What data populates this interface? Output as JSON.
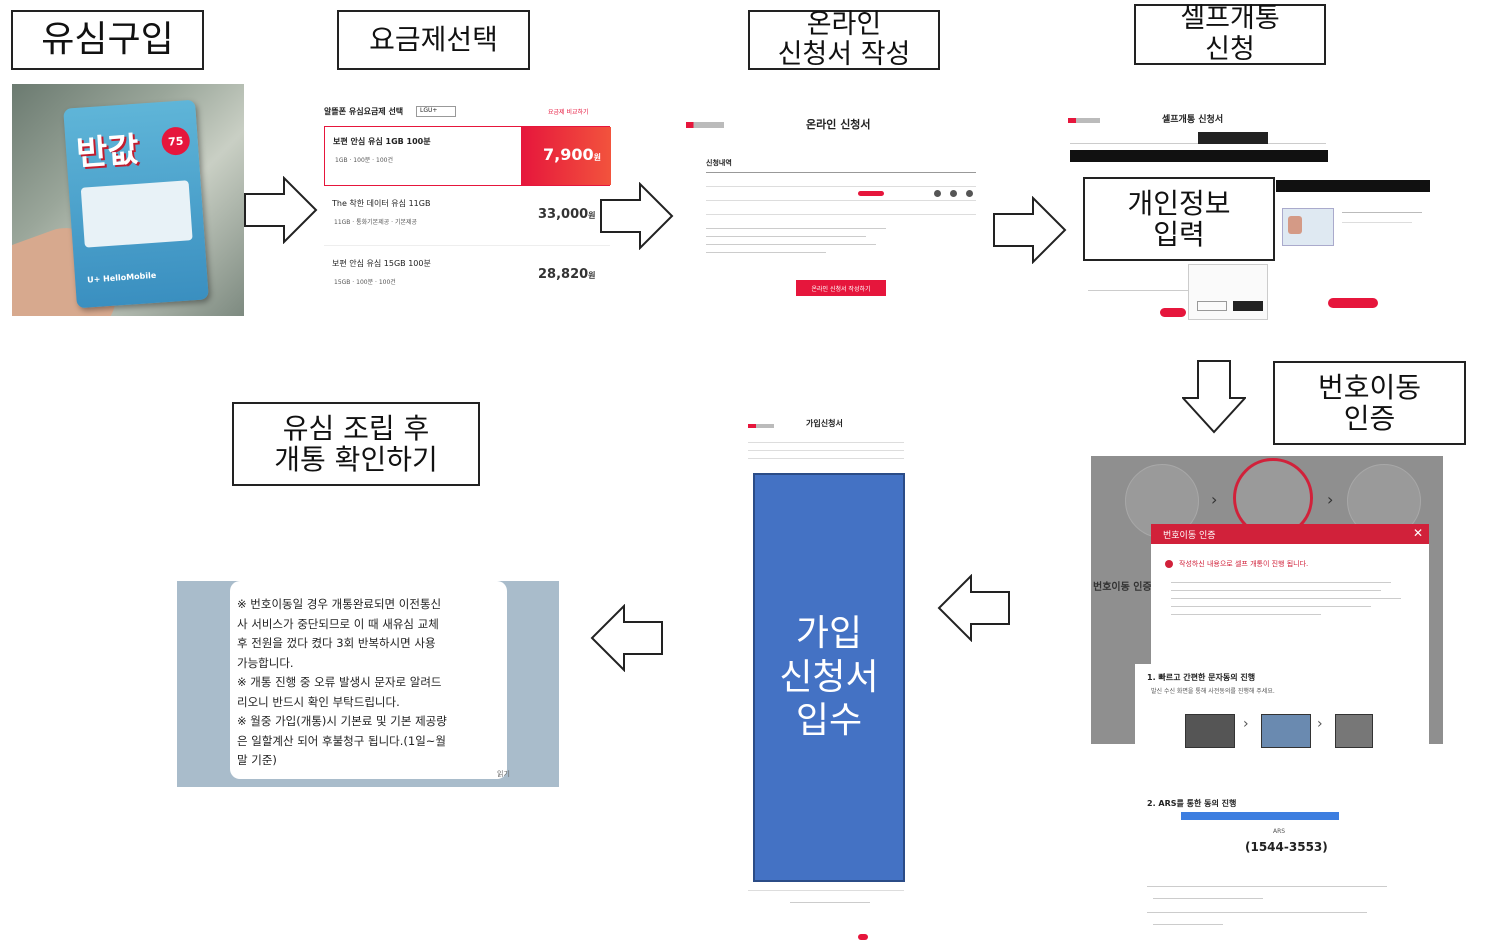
{
  "labels": {
    "step1": "유심구입",
    "step2": "요금제선택",
    "step3": "온라인\n신청서 작성",
    "step4": "셀프개통\n신청",
    "step4b": "개인정보\n입력",
    "step5": "번호이동\n인증",
    "step6": "가입\n신청서\n입수",
    "step7": "유심 조립 후\n개통 확인하기"
  },
  "colors": {
    "accent": "#e6163c",
    "blue_panel": "#4472c4",
    "note_bg": "#a9bccb"
  },
  "sim_package": {
    "title": "반값",
    "badge": "75",
    "brand": "U+ HelloMobile"
  },
  "plans": {
    "header": "알뜰폰 유심요금제 선택",
    "filter_value": "LGU+",
    "compare_link": "요금제 비교하기",
    "items": [
      {
        "name": "보편 안심 유심 1GB 100분",
        "meta": "1GB · 100분 · 100건",
        "price": "7,900",
        "unit": "원"
      },
      {
        "name": "The 착한 데이터 유심 11GB",
        "meta": "11GB · 통화기본제공 · 기본제공",
        "price": "33,000",
        "unit": "원"
      },
      {
        "name": "보편 안심 유심 15GB 100분",
        "meta": "15GB · 100분 · 100건",
        "price": "28,820",
        "unit": "원"
      }
    ]
  },
  "online_form": {
    "title": "온라인 신청서",
    "section": "신청내역",
    "submit": "온라인 신청서 작성하기"
  },
  "self_open": {
    "title": "셀프개통 신청서"
  },
  "number_port": {
    "popup_title": "번호이동 인증",
    "side_label": "번호이동 인증",
    "notice": "작성하신 내용으로 셀프 개통이 진행 됩니다.",
    "step1_title": "1. 빠르고 간편한 문자동의 진행",
    "step1_sub": "발신 수신 화면을 통해 사전동의를 진행해 주세요.",
    "step2_title": "2. ARS를 통한 동의 진행",
    "ars_label": "ARS",
    "ars_number": "(1544-3553)"
  },
  "application": {
    "title": "가입신청서"
  },
  "note": {
    "lines": [
      "※ 번호이동일 경우 개통완료되면 이전통신",
      "사 서비스가 중단되므로 이 때 새유심 교체",
      "후 전원을 껐다 켰다 3회 반복하시면 사용",
      "가능합니다.",
      "※ 개통 진행 중 오류 발생시 문자로 알려드",
      "리오니 반드시 확인 부탁드립니다.",
      "※ 월중 가입(개통)시 기본료 및 기본 제공량",
      "은 일할계산 되어 후불청구 됩니다.(1일~월",
      "말 기준)"
    ],
    "footer": "읽기"
  }
}
